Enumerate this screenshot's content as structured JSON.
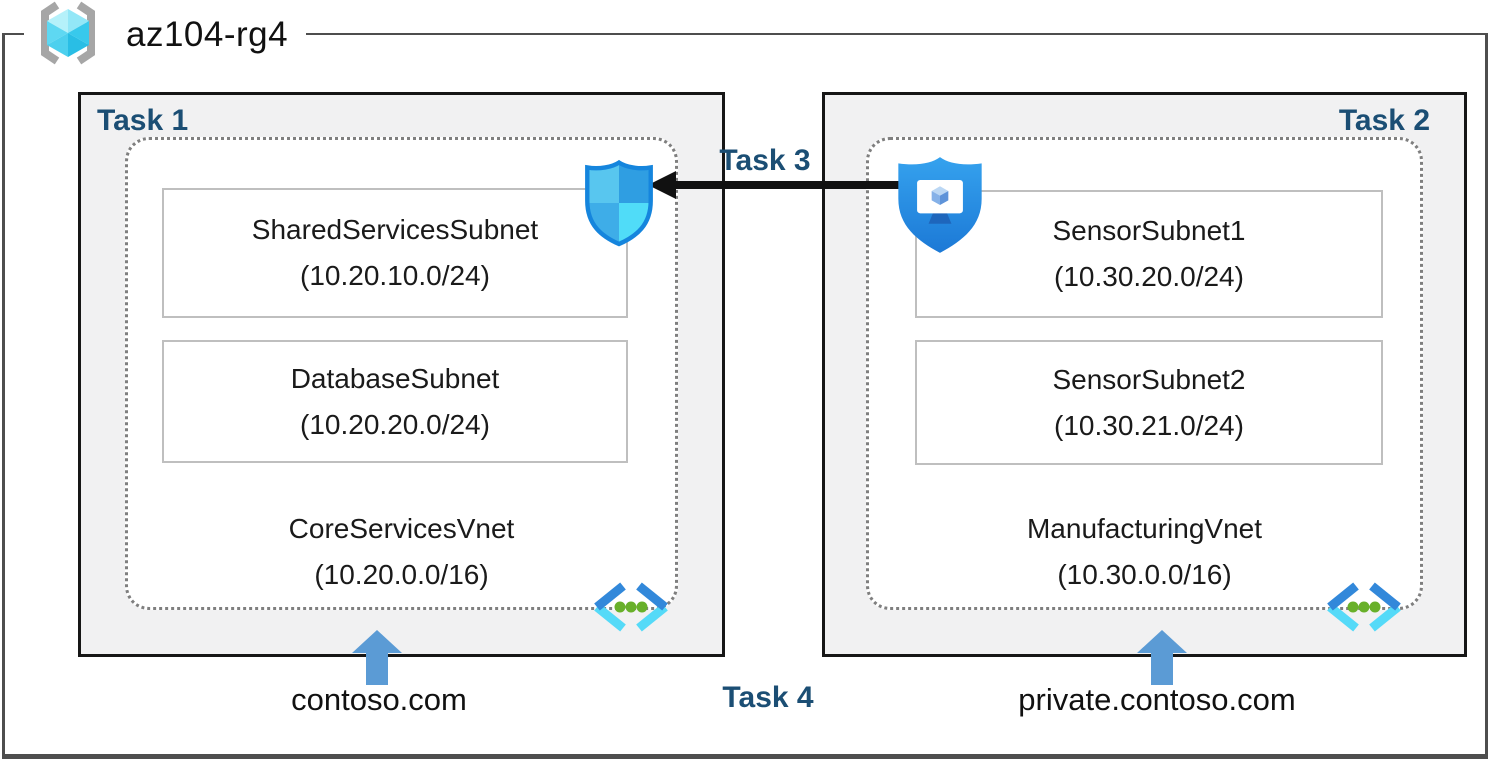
{
  "resource_group": {
    "name": "az104-rg4"
  },
  "tasks": {
    "task1": "Task 1",
    "task2": "Task 2",
    "task3": "Task 3",
    "task4": "Task 4"
  },
  "left": {
    "subnet1": {
      "name": "SharedServicesSubnet",
      "cidr": "(10.20.10.0/24)"
    },
    "subnet2": {
      "name": "DatabaseSubnet",
      "cidr": "(10.20.20.0/24)"
    },
    "vnet": {
      "name": "CoreServicesVnet",
      "cidr": "(10.20.0.0/16)"
    },
    "dns": "contoso.com"
  },
  "right": {
    "subnet1": {
      "name": "SensorSubnet1",
      "cidr": "(10.30.20.0/24)"
    },
    "subnet2": {
      "name": "SensorSubnet2",
      "cidr": "(10.30.21.0/24)"
    },
    "vnet": {
      "name": "ManufacturingVnet",
      "cidr": "(10.30.0.0/16)"
    },
    "dns": "private.contoso.com"
  },
  "icons": {
    "resource_group": "resource-group-brackets-cube",
    "nsg": "network-security-group-shield",
    "asg": "application-security-group-shield",
    "vnet": "virtual-network-chevrons",
    "dns_arrow": "blue-up-arrow",
    "task3_arrow": "black-left-arrow"
  },
  "colors": {
    "task_label_navy": "#1B4E74",
    "box_fill": "#F1F1F2",
    "box_border": "#161616",
    "dotted_border": "#7F7F7F",
    "subnet_border": "#BFBFBF",
    "dns_arrow_blue": "#5B9BD5",
    "azure_blue": "#2E8FE3",
    "azure_cyan": "#50DCF8",
    "vnet_dot_green": "#68B02A",
    "bracket_gray": "#A6A6A6"
  }
}
